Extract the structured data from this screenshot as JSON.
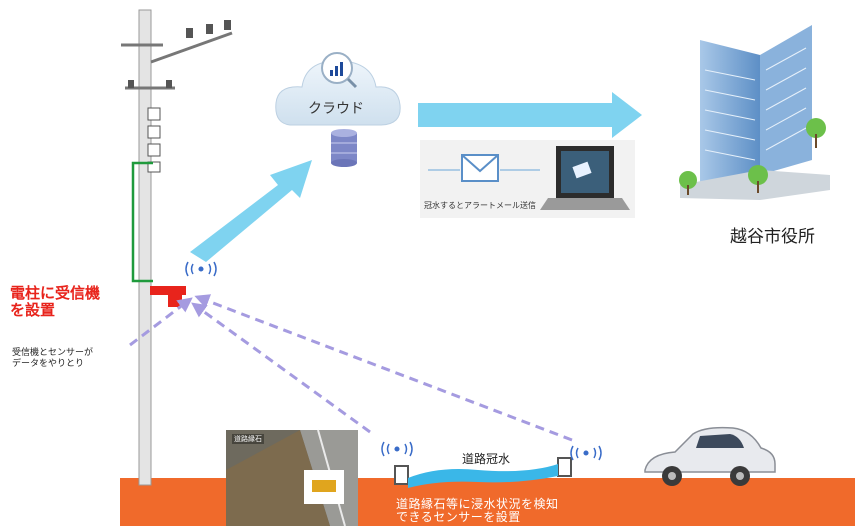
{
  "cloud": {
    "label": "クラウド"
  },
  "alert": {
    "caption": "冠水するとアラートメール送信"
  },
  "city_hall": {
    "label": "越谷市役所"
  },
  "receiver": {
    "note_line1": "電柱に受信機",
    "note_line2": "を設置"
  },
  "exchange": {
    "note_line1": "受信機とセンサーが",
    "note_line2": "データをやりとり"
  },
  "road": {
    "flood_label": "道路冠水"
  },
  "ground": {
    "note_line1": "道路縁石等に浸水状況を検知",
    "note_line2": "できるセンサーを設置"
  },
  "photo": {
    "caption": "道路縁石"
  },
  "colors": {
    "ground": "#f06a2b",
    "arrow": "#7fd3f0",
    "dashed_arrow": "#a59be0",
    "wire": "#1f9a3c",
    "receiver": "#e8241c",
    "water": "#3ab7e8"
  }
}
